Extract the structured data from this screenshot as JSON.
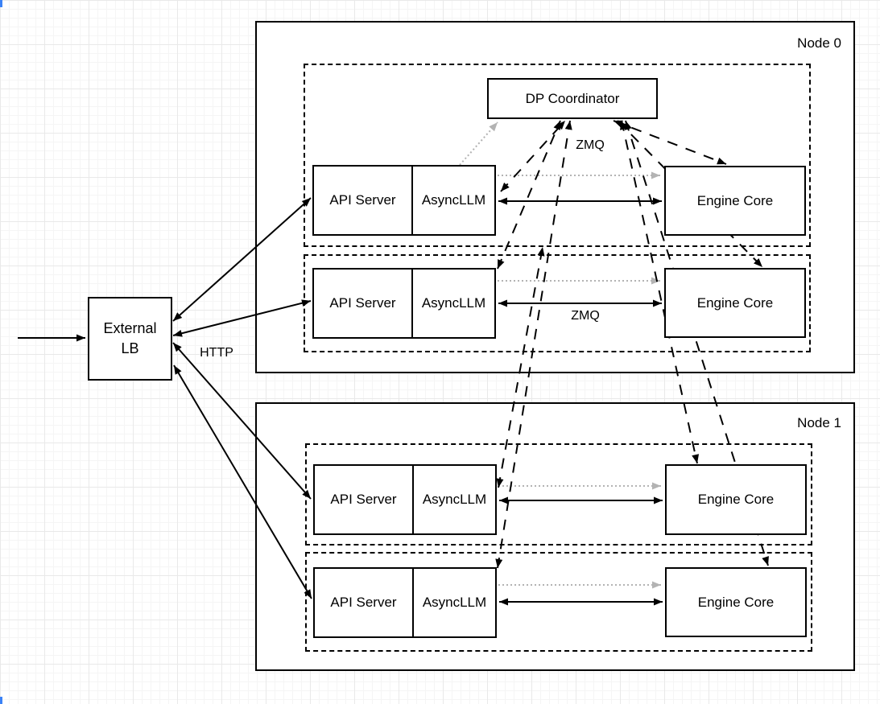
{
  "diagram": {
    "title_hint": "vLLM data-parallel deployment diagram",
    "external_lb": {
      "line1": "External",
      "line2": "LB"
    },
    "dp_coordinator": {
      "label": "DP Coordinator"
    },
    "nodes": [
      {
        "label": "Node 0",
        "rows": [
          {
            "api": "API Server",
            "async": "AsyncLLM",
            "engine": "Engine Core"
          },
          {
            "api": "API Server",
            "async": "AsyncLLM",
            "engine": "Engine Core"
          }
        ]
      },
      {
        "label": "Node 1",
        "rows": [
          {
            "api": "API Server",
            "async": "AsyncLLM",
            "engine": "Engine Core"
          },
          {
            "api": "API Server",
            "async": "AsyncLLM",
            "engine": "Engine Core"
          }
        ]
      }
    ],
    "labels": {
      "http": "HTTP",
      "zmq_coordinator": "ZMQ",
      "zmq_row": "ZMQ"
    },
    "colors": {
      "stroke": "#000000",
      "dotted_gray": "#b3b3b3",
      "box_fill": "#ffffff",
      "artifact_blue": "#3b82f6"
    },
    "connections": [
      {
        "from": "client",
        "to": "External LB",
        "style": "solid",
        "heads": "end"
      },
      {
        "from": "External LB",
        "to": "Node 0 API Server (replica 0)",
        "style": "solid",
        "heads": "both",
        "label": "HTTP"
      },
      {
        "from": "External LB",
        "to": "Node 0 API Server (replica 1)",
        "style": "solid",
        "heads": "both",
        "label": "HTTP"
      },
      {
        "from": "External LB",
        "to": "Node 1 API Server (replica 0)",
        "style": "solid",
        "heads": "both",
        "label": "HTTP"
      },
      {
        "from": "External LB",
        "to": "Node 1 API Server (replica 1)",
        "style": "solid",
        "heads": "both",
        "label": "HTTP"
      },
      {
        "from": "AsyncLLM (each replica)",
        "to": "Engine Core (same replica)",
        "style": "solid",
        "heads": "both",
        "label": "ZMQ",
        "count": 4
      },
      {
        "from": "AsyncLLM (each replica)",
        "to": "Engine Core (same replica)",
        "style": "dotted-gray",
        "heads": "end",
        "count": 4
      },
      {
        "from": "AsyncLLM (Node 0 replica 0)",
        "to": "DP Coordinator",
        "style": "dotted-gray",
        "heads": "end"
      },
      {
        "from": "AsyncLLM (each replica)",
        "to": "DP Coordinator",
        "style": "dashed",
        "heads": "both",
        "label": "ZMQ",
        "count": 4
      },
      {
        "from": "Engine Core (each replica)",
        "to": "DP Coordinator",
        "style": "dashed",
        "heads": "both",
        "label": "ZMQ",
        "count": 4
      }
    ]
  }
}
